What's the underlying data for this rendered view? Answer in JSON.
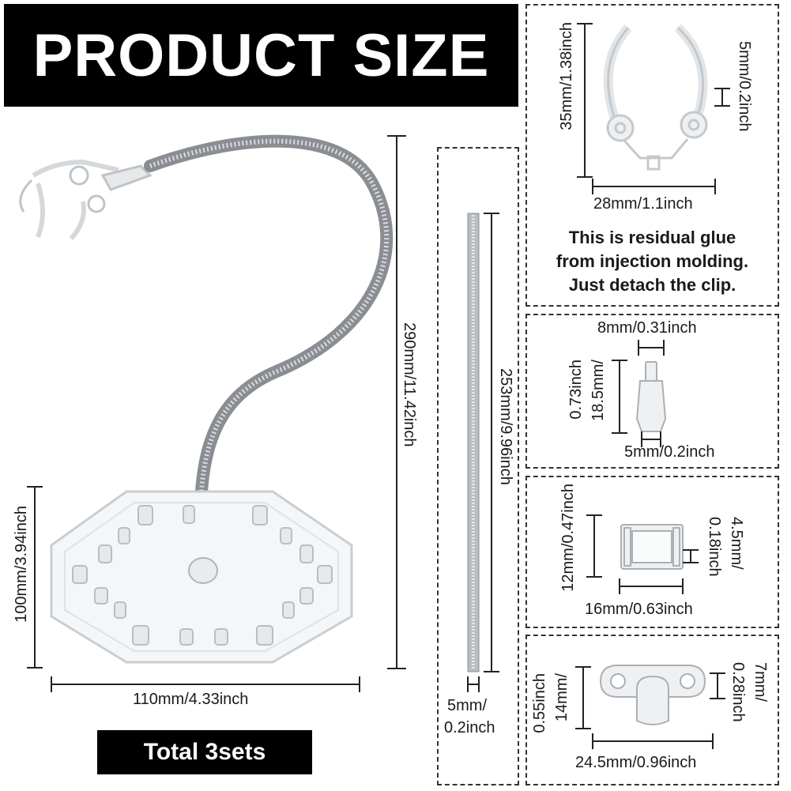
{
  "title": "PRODUCT SIZE",
  "total_label": "Total 3sets",
  "main_stand": {
    "height_label": "290mm/11.42inch",
    "base_height_label": "100mm/3.94inch",
    "base_width_label": "110mm/4.33inch"
  },
  "rod": {
    "length_label": "253mm/9.96inch",
    "width_label_line1": "5mm/",
    "width_label_line2": "0.2inch"
  },
  "clip": {
    "height_label": "35mm/1.38inch",
    "gap_label": "5mm/0.2inch",
    "width_label": "28mm/1.1inch",
    "note_lines": [
      "This is residual glue",
      "from injection molding.",
      "Just detach the clip."
    ]
  },
  "nozzle": {
    "top_label": "8mm/0.31inch",
    "height_label_line1": "18.5mm/",
    "height_label_line2": "0.73inch",
    "bottom_label": "5mm/0.2inch"
  },
  "connector": {
    "height_label": "12mm/0.47inch",
    "slot_label_line1": "4.5mm/",
    "slot_label_line2": "0.18inch",
    "width_label": "16mm/0.63inch"
  },
  "wing_clip": {
    "height_label_line1": "14mm/",
    "height_label_line2": "0.55inch",
    "ring_label_line1": "7mm/",
    "ring_label_line2": "0.28inch",
    "width_label": "24.5mm/0.96inch"
  }
}
